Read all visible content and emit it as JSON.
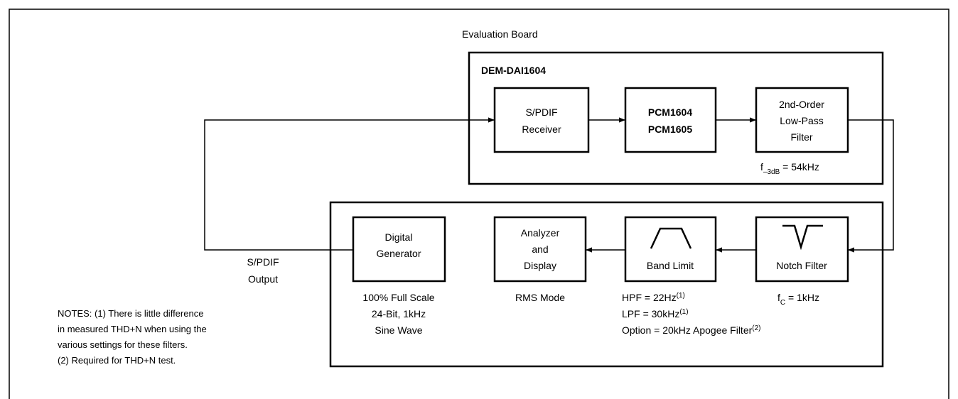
{
  "frame_title": "Evaluation Board",
  "eval_board": {
    "name": "DEM-DAI1604",
    "receiver": {
      "line1": "S/PDIF",
      "line2": "Receiver"
    },
    "dac": {
      "line1": "PCM1604",
      "line2": "PCM1605"
    },
    "lpf": {
      "line1": "2nd-Order",
      "line2": "Low-Pass",
      "line3": "Filter"
    },
    "lpf_note": {
      "prefix": "f",
      "subscript": "–3dB",
      "suffix": " = 54kHz"
    }
  },
  "test_equipment": {
    "generator": {
      "line1": "Digital",
      "line2": "Generator",
      "notes": [
        "100% Full Scale",
        "24-Bit, 1kHz",
        "Sine Wave"
      ]
    },
    "analyzer": {
      "line1": "Analyzer",
      "line2": "and",
      "line3": "Display",
      "note": "RMS Mode"
    },
    "band_limit": {
      "label": "Band Limit",
      "hpf": "HPF = 22Hz",
      "hpf_ref": "(1)",
      "lpf": "LPF = 30kHz",
      "lpf_ref": "(1)",
      "option": "Option = 20kHz Apogee Filter",
      "option_ref": "(2)"
    },
    "notch": {
      "label": "Notch Filter",
      "fc_prefix": "f",
      "fc_subscript": "C",
      "fc_suffix": " = 1kHz"
    }
  },
  "spdif_output": {
    "line1": "S/PDIF",
    "line2": "Output"
  },
  "notes": [
    "NOTES: (1) There is little difference",
    "in measured THD+N when using the",
    "various settings for these filters.",
    "(2) Required for THD+N test."
  ]
}
